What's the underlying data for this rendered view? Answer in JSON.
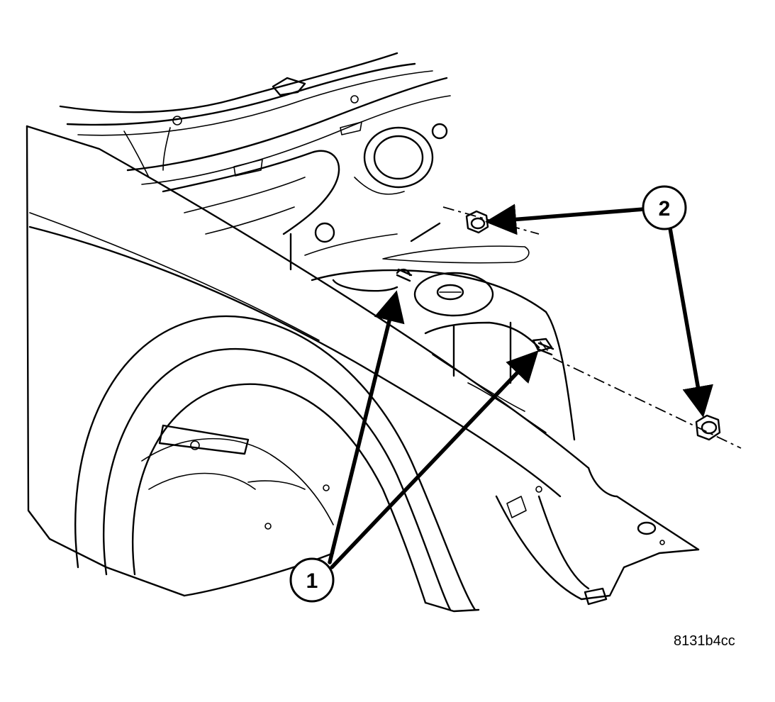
{
  "callouts": [
    {
      "label": "1"
    },
    {
      "label": "2"
    }
  ],
  "figure_code": "8131b4cc",
  "colors": {
    "line": "#000000",
    "background": "#ffffff"
  }
}
